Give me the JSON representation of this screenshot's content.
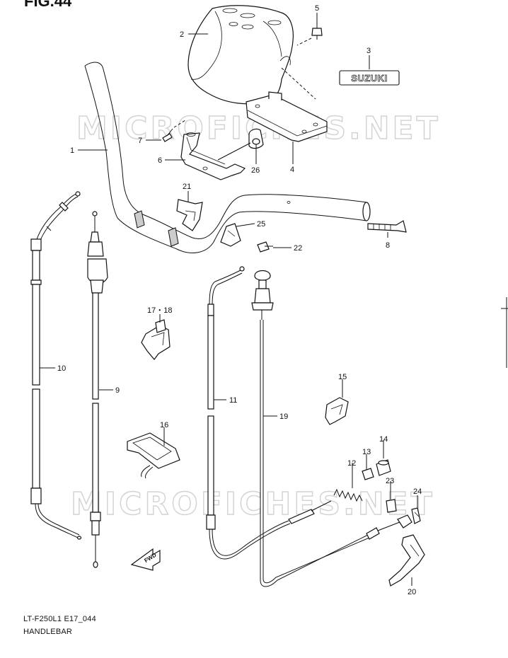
{
  "figure": {
    "title": "FIG.44",
    "model_code": "LT-F250L1 E17_044",
    "caption": "HANDLEBAR"
  },
  "watermark": "MICROFICHES.NET",
  "badge": {
    "text": "SUZUKI"
  },
  "fwd_label": "FWD",
  "callouts": [
    {
      "id": "c1",
      "label": "1"
    },
    {
      "id": "c2",
      "label": "2"
    },
    {
      "id": "c3",
      "label": "3"
    },
    {
      "id": "c4",
      "label": "4"
    },
    {
      "id": "c5",
      "label": "5"
    },
    {
      "id": "c6",
      "label": "6"
    },
    {
      "id": "c7",
      "label": "7"
    },
    {
      "id": "c8",
      "label": "8"
    },
    {
      "id": "c9",
      "label": "9"
    },
    {
      "id": "c10",
      "label": "10"
    },
    {
      "id": "c11",
      "label": "11"
    },
    {
      "id": "c12",
      "label": "12"
    },
    {
      "id": "c13",
      "label": "13"
    },
    {
      "id": "c14",
      "label": "14"
    },
    {
      "id": "c15",
      "label": "15"
    },
    {
      "id": "c16",
      "label": "16"
    },
    {
      "id": "c1718",
      "label": "17・18"
    },
    {
      "id": "c19",
      "label": "19"
    },
    {
      "id": "c20",
      "label": "20"
    },
    {
      "id": "c21",
      "label": "21"
    },
    {
      "id": "c22",
      "label": "22"
    },
    {
      "id": "c23",
      "label": "23"
    },
    {
      "id": "c24",
      "label": "24"
    },
    {
      "id": "c25",
      "label": "25"
    },
    {
      "id": "c26",
      "label": "26"
    }
  ]
}
